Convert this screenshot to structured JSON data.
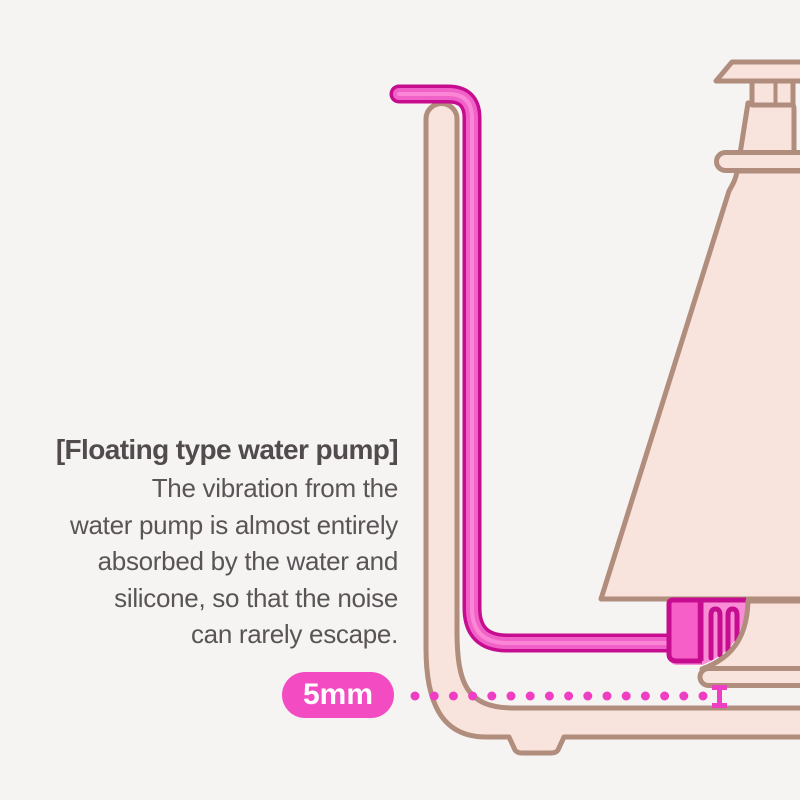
{
  "annotation": {
    "heading": "[Floating type water pump]",
    "body_lines": [
      "The vibration from the",
      "water pump is almost entirely",
      "absorbed by the water and",
      "silicone, so that the noise",
      "can rarely escape."
    ]
  },
  "measurement": {
    "label": "5mm"
  },
  "diagram_parts": [
    "water-tank",
    "silicone-tube",
    "floating-water-pump",
    "mist-cone-unit",
    "gap-dotted-leader",
    "gap-measure-mark"
  ],
  "colors": {
    "background": "#f5f4f3",
    "illustration_fill": "#f8e4dc",
    "illustration_outline": "#b08d7c",
    "tube_outline": "#c60d90",
    "tube_fill": "#f162c8",
    "tube_highlight": "#fb86d6",
    "pump_bright": "#f75fc8",
    "pump_light": "#fa8ed6",
    "accent_magenta": "#f34cc3",
    "dots_magenta": "#ee3ec4",
    "text": "#5a5456"
  }
}
